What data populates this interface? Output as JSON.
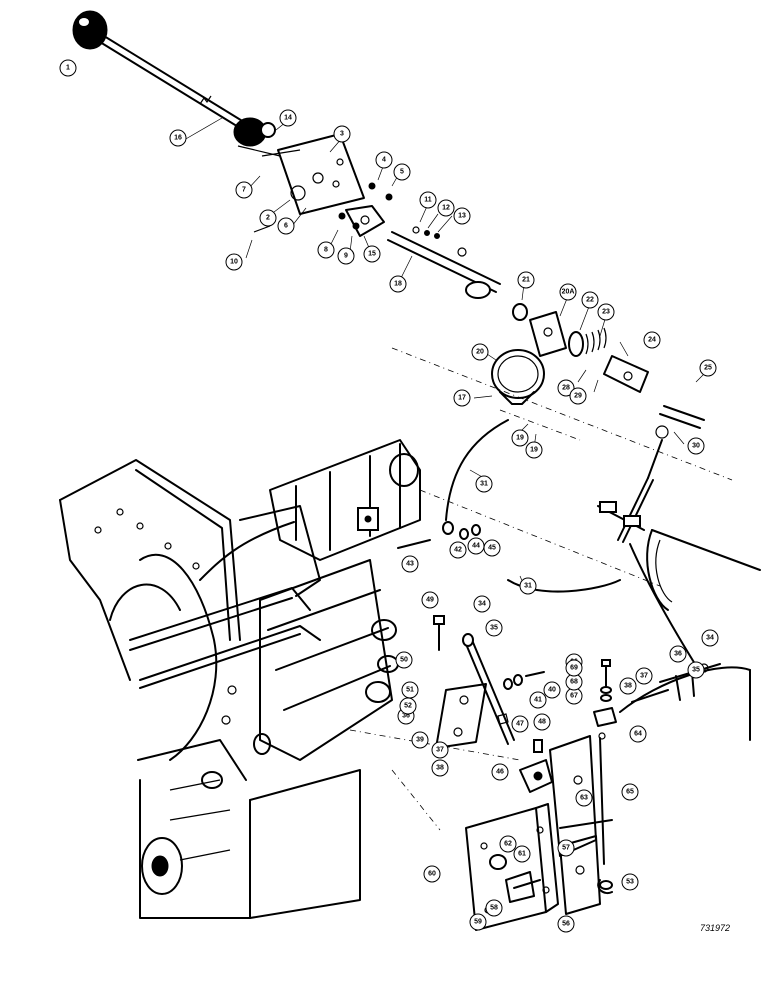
{
  "figure": {
    "reference_number": "731972"
  },
  "callouts": [
    {
      "id": "c1",
      "label": "1"
    },
    {
      "id": "c2",
      "label": "2"
    },
    {
      "id": "c3",
      "label": "3"
    },
    {
      "id": "c4",
      "label": "4"
    },
    {
      "id": "c5",
      "label": "5"
    },
    {
      "id": "c6",
      "label": "6"
    },
    {
      "id": "c7",
      "label": "7"
    },
    {
      "id": "c8",
      "label": "8"
    },
    {
      "id": "c9",
      "label": "9"
    },
    {
      "id": "c10",
      "label": "10"
    },
    {
      "id": "c11",
      "label": "11"
    },
    {
      "id": "c12",
      "label": "12"
    },
    {
      "id": "c13",
      "label": "13"
    },
    {
      "id": "c14",
      "label": "14"
    },
    {
      "id": "c15",
      "label": "15"
    },
    {
      "id": "c16",
      "label": "16"
    },
    {
      "id": "c17",
      "label": "17"
    },
    {
      "id": "c18",
      "label": "18"
    },
    {
      "id": "c19",
      "label": "19"
    },
    {
      "id": "c19b",
      "label": "19"
    },
    {
      "id": "c20",
      "label": "20"
    },
    {
      "id": "c20a",
      "label": "20A"
    },
    {
      "id": "c21",
      "label": "21"
    },
    {
      "id": "c22",
      "label": "22"
    },
    {
      "id": "c23",
      "label": "23"
    },
    {
      "id": "c24",
      "label": "24"
    },
    {
      "id": "c25",
      "label": "25"
    },
    {
      "id": "c28",
      "label": "28"
    },
    {
      "id": "c29",
      "label": "29"
    },
    {
      "id": "c30",
      "label": "30"
    },
    {
      "id": "c31a",
      "label": "31"
    },
    {
      "id": "c31b",
      "label": "31"
    },
    {
      "id": "c34a",
      "label": "34"
    },
    {
      "id": "c34b",
      "label": "34"
    },
    {
      "id": "c35a",
      "label": "35"
    },
    {
      "id": "c35b",
      "label": "35"
    },
    {
      "id": "c36a",
      "label": "36"
    },
    {
      "id": "c36b",
      "label": "36"
    },
    {
      "id": "c37a",
      "label": "37"
    },
    {
      "id": "c37b",
      "label": "37"
    },
    {
      "id": "c38a",
      "label": "38"
    },
    {
      "id": "c38b",
      "label": "38"
    },
    {
      "id": "c39",
      "label": "39"
    },
    {
      "id": "c40",
      "label": "40"
    },
    {
      "id": "c41",
      "label": "41"
    },
    {
      "id": "c42",
      "label": "42"
    },
    {
      "id": "c43",
      "label": "43"
    },
    {
      "id": "c44",
      "label": "44"
    },
    {
      "id": "c45",
      "label": "45"
    },
    {
      "id": "c46",
      "label": "46"
    },
    {
      "id": "c47",
      "label": "47"
    },
    {
      "id": "c48",
      "label": "48"
    },
    {
      "id": "c49",
      "label": "49"
    },
    {
      "id": "c50",
      "label": "50"
    },
    {
      "id": "c51",
      "label": "51"
    },
    {
      "id": "c52",
      "label": "52"
    },
    {
      "id": "c53",
      "label": "53"
    },
    {
      "id": "c56",
      "label": "56"
    },
    {
      "id": "c57",
      "label": "57"
    },
    {
      "id": "c58",
      "label": "58"
    },
    {
      "id": "c59",
      "label": "59"
    },
    {
      "id": "c60",
      "label": "60"
    },
    {
      "id": "c61",
      "label": "61"
    },
    {
      "id": "c62",
      "label": "62"
    },
    {
      "id": "c63",
      "label": "63"
    },
    {
      "id": "c64",
      "label": "64"
    },
    {
      "id": "c65",
      "label": "65"
    },
    {
      "id": "c66",
      "label": "66"
    },
    {
      "id": "c67",
      "label": "67"
    },
    {
      "id": "c68",
      "label": "68"
    },
    {
      "id": "c69",
      "label": "69"
    }
  ]
}
